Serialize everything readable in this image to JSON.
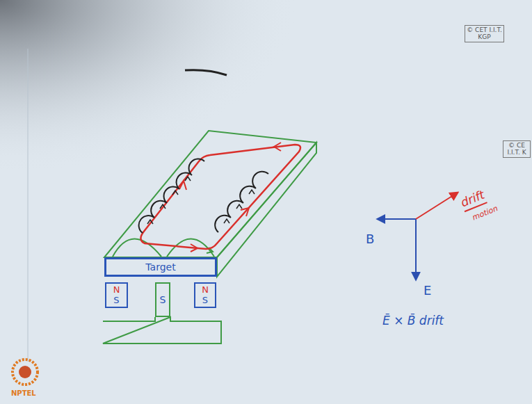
{
  "diagram": {
    "nodes": [
      {
        "text": [
          "Target"
        ]
      },
      {
        "text": [
          "N",
          "S"
        ]
      },
      {
        "text": [
          "S"
        ]
      },
      {
        "text": [
          "N",
          "S"
        ]
      }
    ],
    "labels": [
      "© CET I.I.T. KGP",
      "© CE I.I.T. K",
      "B",
      "E",
      "drift",
      "motion",
      "Ē × B̄ drift",
      "NPTEL"
    ]
  }
}
